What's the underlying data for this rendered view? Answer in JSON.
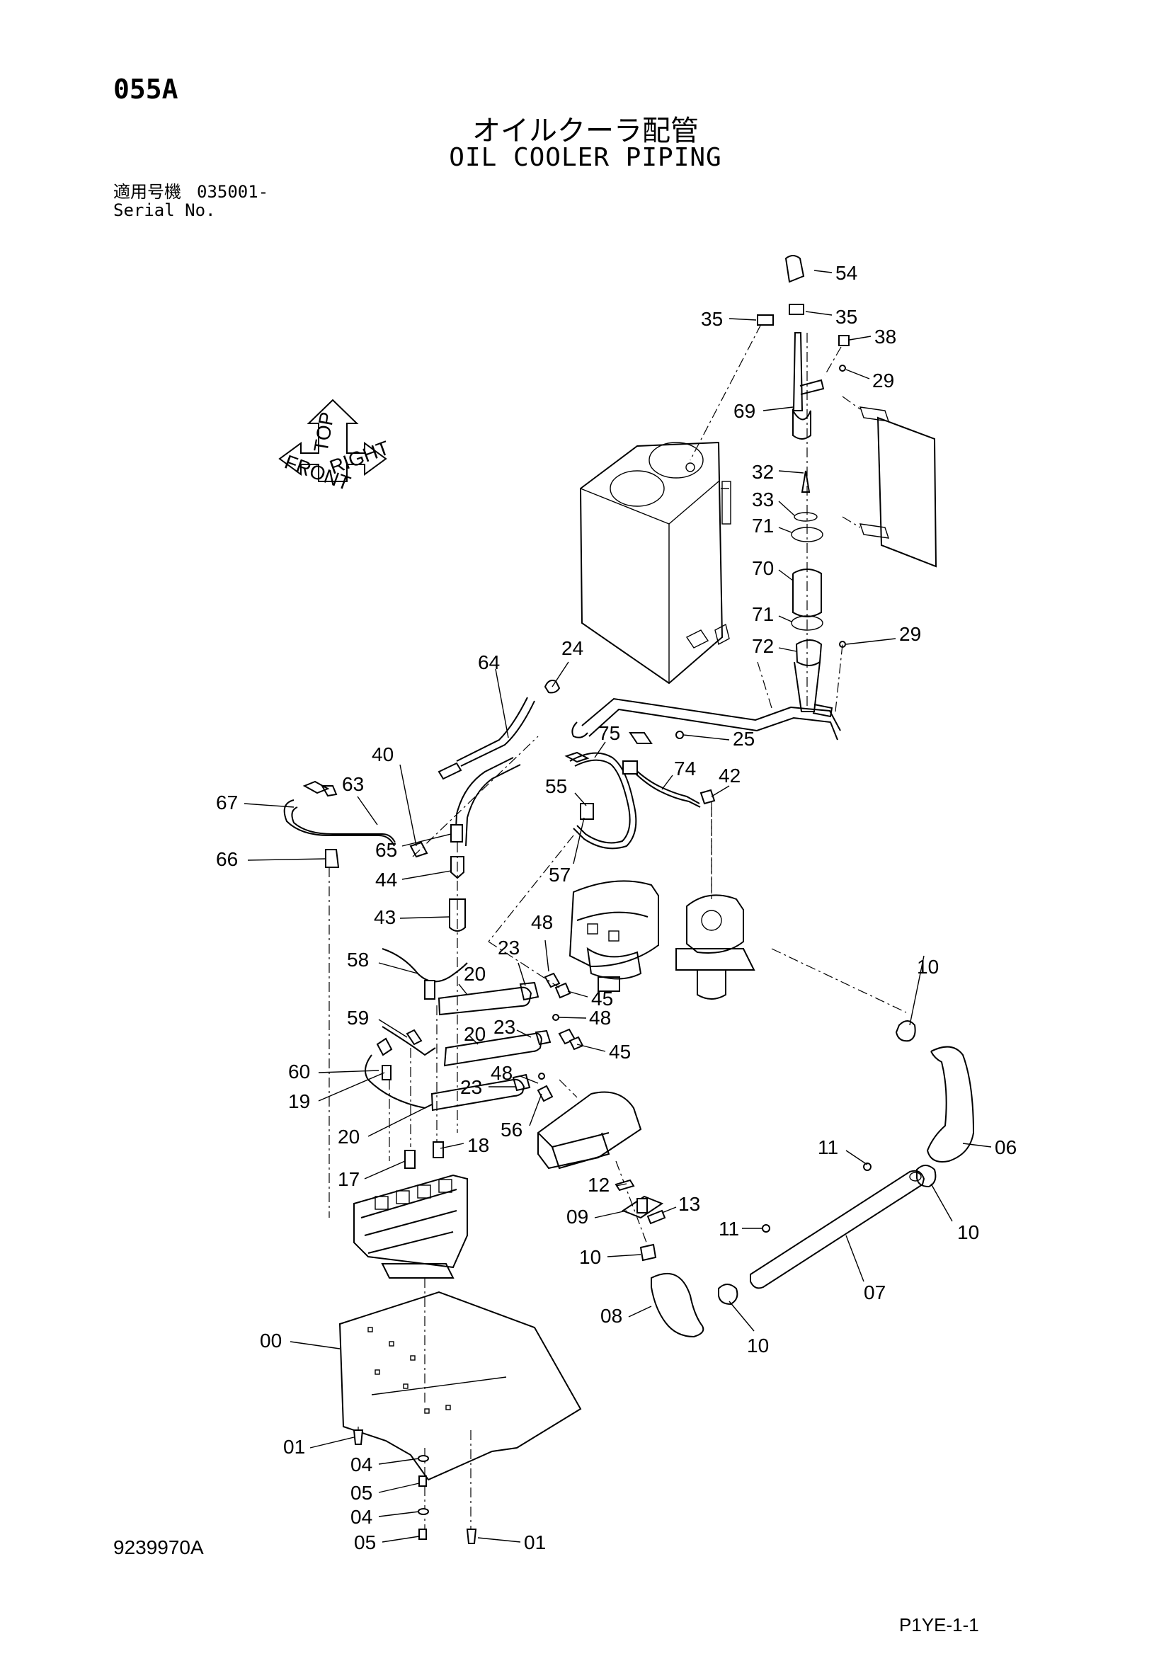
{
  "header": {
    "page_code": "055A",
    "title_jp": "オイルクーラ配管",
    "title_en": "OIL COOLER PIPING",
    "serial_label_jp": "適用号機",
    "serial_value": "035001-",
    "serial_label_en": "Serial No."
  },
  "orientation_marker": {
    "top": "TOP",
    "front": "FRONT",
    "right": "RIGHT"
  },
  "part_labels": [
    "54",
    "35",
    "35",
    "38",
    "29",
    "69",
    "32",
    "33",
    "71",
    "70",
    "71",
    "72",
    "29",
    "24",
    "64",
    "25",
    "75",
    "74",
    "42",
    "55",
    "40",
    "63",
    "67",
    "66",
    "65",
    "44",
    "43",
    "57",
    "48",
    "23",
    "20",
    "58",
    "45",
    "48",
    "59",
    "20",
    "23",
    "45",
    "60",
    "19",
    "48",
    "23",
    "20",
    "56",
    "18",
    "17",
    "10",
    "11",
    "06",
    "10",
    "12",
    "09",
    "13",
    "11",
    "10",
    "07",
    "08",
    "10",
    "00",
    "01",
    "04",
    "05",
    "04",
    "05",
    "01"
  ],
  "footer": {
    "doc_number": "9239970A",
    "page_ref": "P1YE-1-1"
  }
}
